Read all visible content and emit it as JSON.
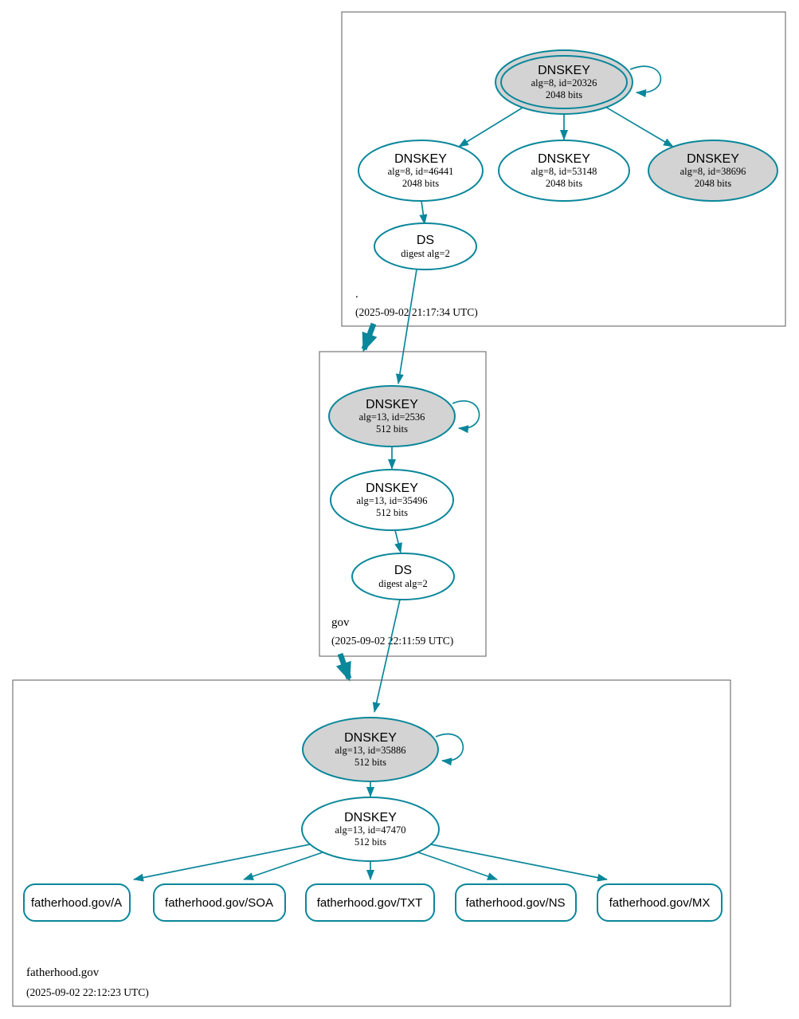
{
  "colors": {
    "edge_teal": "#0a879a",
    "sep_key_gray": "#d3d3d3",
    "node_white": "#ffffff",
    "cluster_border": "#5b5b5b",
    "text": "#000000"
  },
  "zones": {
    "root": {
      "label": ".",
      "timestamp": "(2025-09-02 21:17:34 UTC)",
      "nodes": {
        "ksk": {
          "label": "DNSKEY",
          "detail": "alg=8, id=20326",
          "bits": "2048 bits"
        },
        "zsk_46441": {
          "label": "DNSKEY",
          "detail": "alg=8, id=46441",
          "bits": "2048 bits"
        },
        "zsk_53148": {
          "label": "DNSKEY",
          "detail": "alg=8, id=53148",
          "bits": "2048 bits"
        },
        "zsk_38696": {
          "label": "DNSKEY",
          "detail": "alg=8, id=38696",
          "bits": "2048 bits"
        },
        "ds": {
          "label": "DS",
          "detail": "digest alg=2"
        }
      }
    },
    "gov": {
      "label": "gov",
      "timestamp": "(2025-09-02 22:11:59 UTC)",
      "nodes": {
        "ksk": {
          "label": "DNSKEY",
          "detail": "alg=13, id=2536",
          "bits": "512 bits"
        },
        "zsk": {
          "label": "DNSKEY",
          "detail": "alg=13, id=35496",
          "bits": "512 bits"
        },
        "ds": {
          "label": "DS",
          "detail": "digest alg=2"
        }
      }
    },
    "fatherhood": {
      "label": "fatherhood.gov",
      "timestamp": "(2025-09-02 22:12:23 UTC)",
      "nodes": {
        "ksk": {
          "label": "DNSKEY",
          "detail": "alg=13, id=35886",
          "bits": "512 bits"
        },
        "zsk": {
          "label": "DNSKEY",
          "detail": "alg=13, id=47470",
          "bits": "512 bits"
        }
      },
      "rrsets": [
        {
          "label": "fatherhood.gov/A"
        },
        {
          "label": "fatherhood.gov/SOA"
        },
        {
          "label": "fatherhood.gov/TXT"
        },
        {
          "label": "fatherhood.gov/NS"
        },
        {
          "label": "fatherhood.gov/MX"
        }
      ]
    }
  }
}
